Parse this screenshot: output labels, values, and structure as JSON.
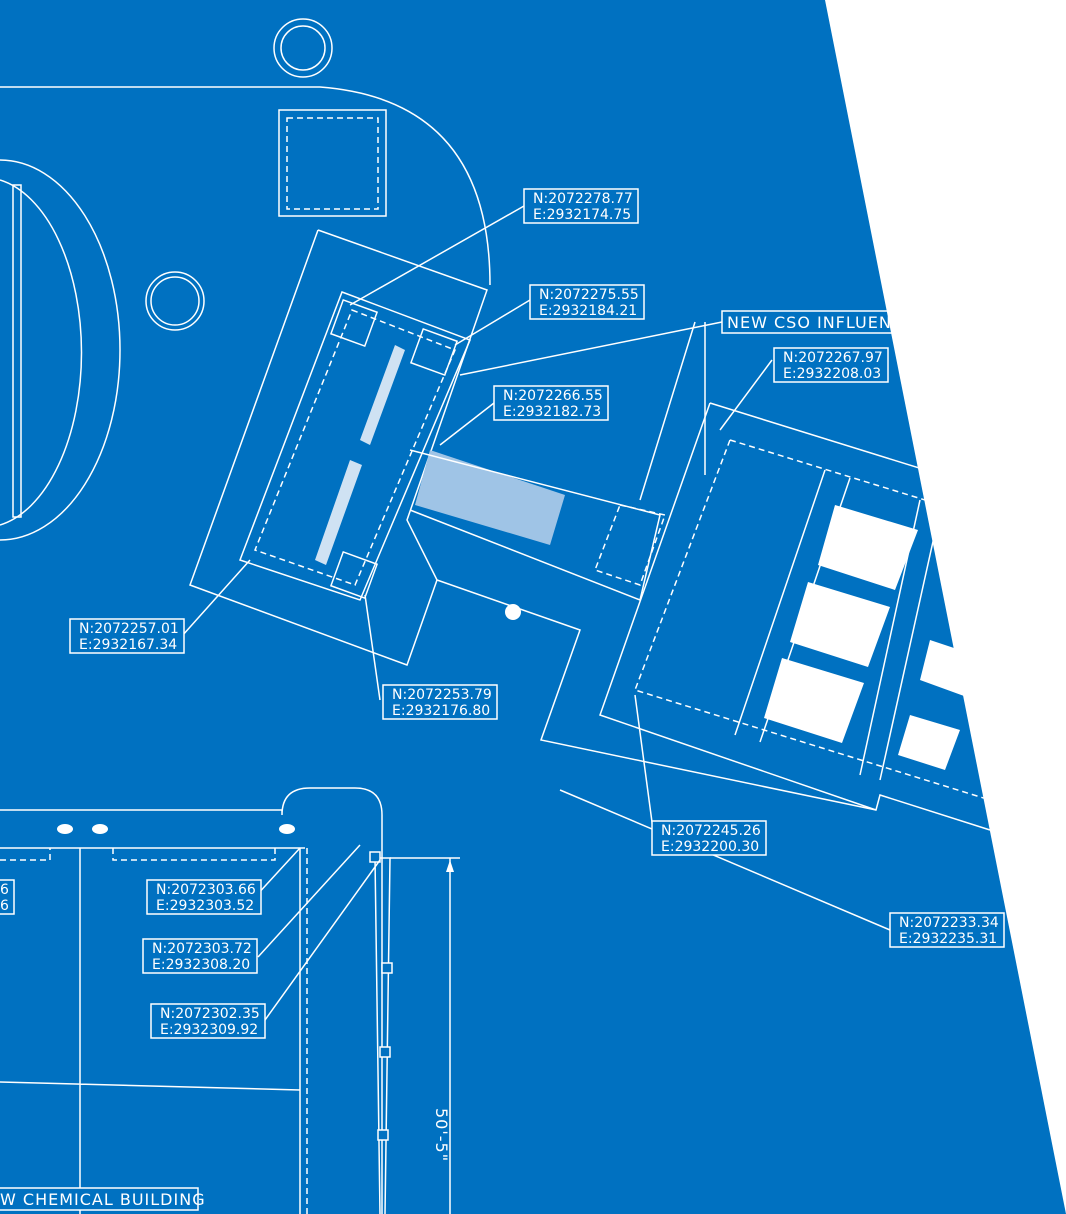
{
  "title_labels": {
    "cso": "NEW CSO INFLUEN",
    "chem": "W CHEMICAL BUILDING",
    "dimension": "50'-5\"",
    "partial_n": "6",
    "partial_e": "6"
  },
  "coordinates": [
    {
      "n": "N:2072278.77",
      "e": "E:2932174.75"
    },
    {
      "n": "N:2072275.55",
      "e": "E:2932184.21"
    },
    {
      "n": "N:2072266.55",
      "e": "E:2932182.73"
    },
    {
      "n": "N:2072257.01",
      "e": "E:2932167.34"
    },
    {
      "n": "N:2072253.79",
      "e": "E:2932176.80"
    },
    {
      "n": "N:2072267.97",
      "e": "E:2932208.03"
    },
    {
      "n": "N:2072245.26",
      "e": "E:2932200.30"
    },
    {
      "n": "N:2072233.34",
      "e": "E:2932235.31"
    },
    {
      "n": "N:2072303.66",
      "e": "E:2932303.52"
    },
    {
      "n": "N:2072303.72",
      "e": "E:2932308.20"
    },
    {
      "n": "N:2072302.35",
      "e": "E:2932309.92"
    }
  ],
  "colors": {
    "background": "#0071c1",
    "lines": "#ffffff"
  }
}
